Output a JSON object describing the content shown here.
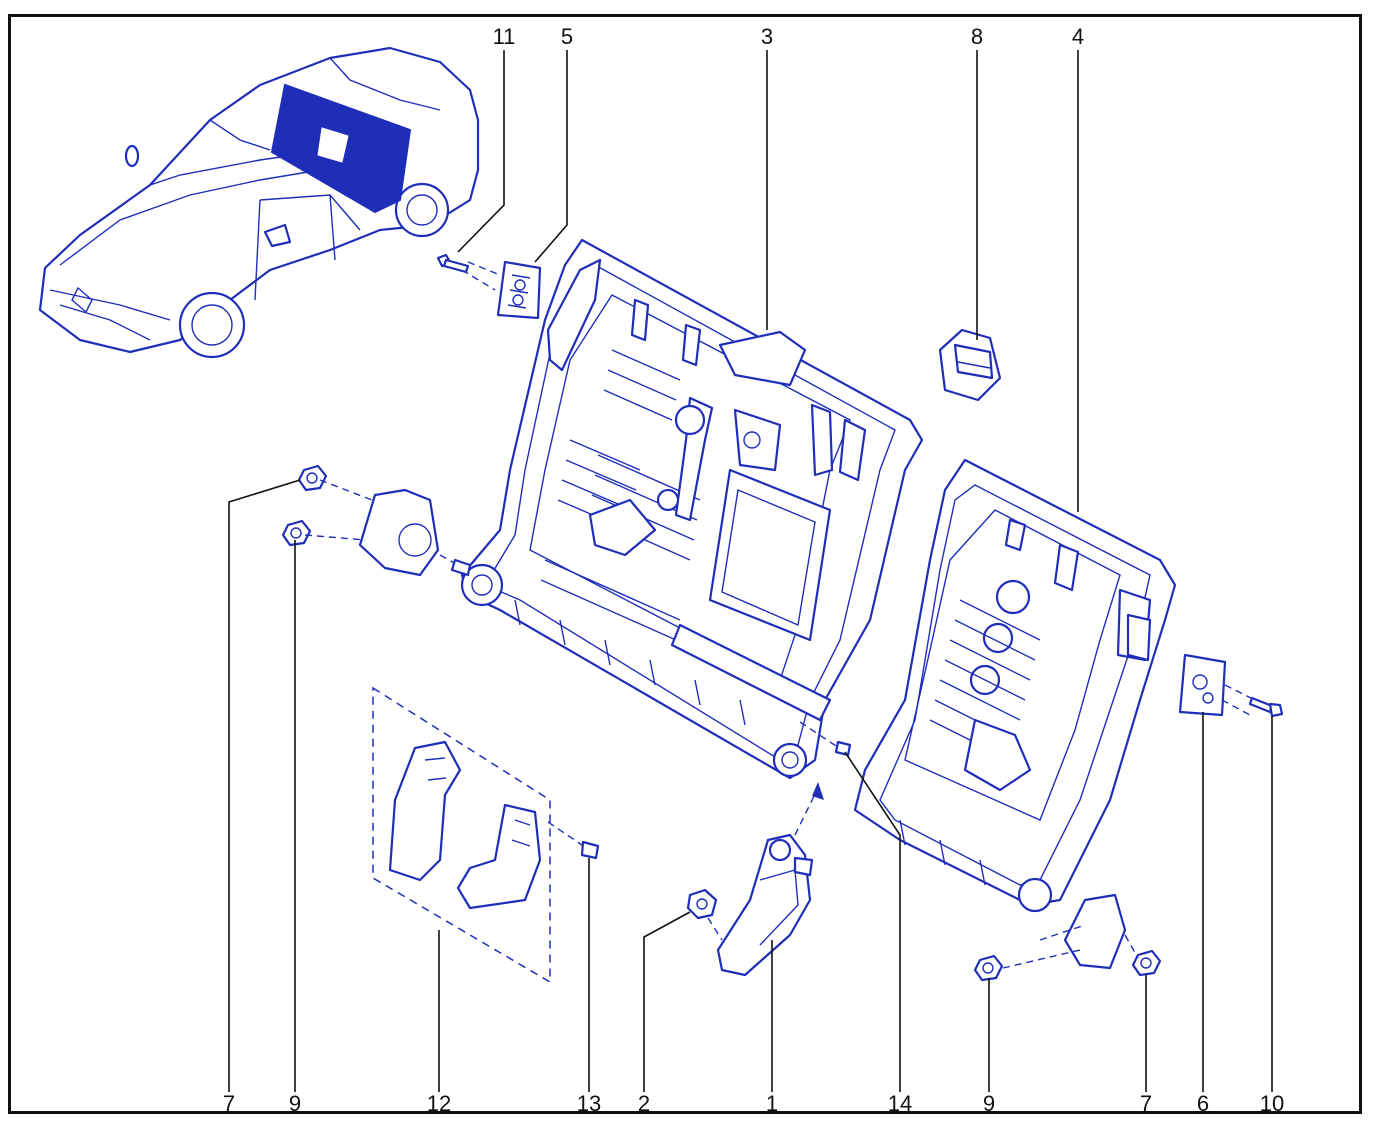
{
  "colors": {
    "line_art": "#1f2eb8",
    "frame": "#111111",
    "highlight": "#1f2eb8"
  },
  "callouts": {
    "top": {
      "c11": "11",
      "c5": "5",
      "c3": "3",
      "c8": "8",
      "c4": "4"
    },
    "bottom": {
      "c7a": "7",
      "c9a": "9",
      "c12": "12",
      "c13": "13",
      "c2": "2",
      "c1": "1",
      "c14": "14",
      "c9b": "9",
      "c7b": "7",
      "c6": "6",
      "c10": "10"
    }
  }
}
